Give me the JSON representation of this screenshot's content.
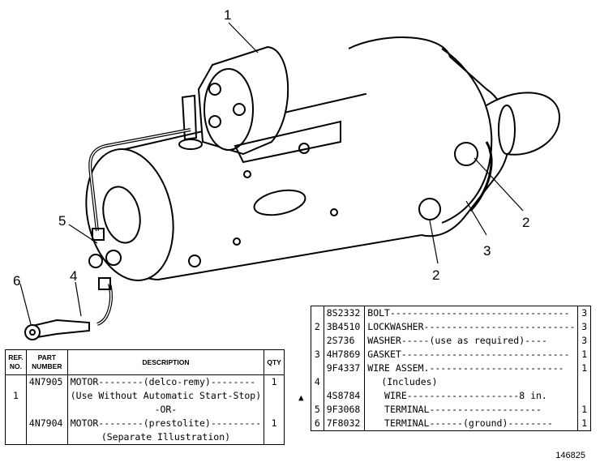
{
  "callouts": {
    "c1": "1",
    "c2a": "2",
    "c2b": "2",
    "c3": "3",
    "c4": "4",
    "c5": "5",
    "c6": "6"
  },
  "table_left": {
    "headers": {
      "ref": "REF. NO.",
      "part": "PART NUMBER",
      "desc": "DESCRIPTION",
      "qty": "QTY"
    },
    "rows": [
      {
        "ref": "",
        "part": "4N7905",
        "desc": "MOTOR--------(delco-remy)--------",
        "qty": "1"
      },
      {
        "ref": "1",
        "part": "",
        "desc": "(Use Without Automatic Start-Stop)",
        "qty": ""
      },
      {
        "ref": "",
        "part": "",
        "desc": "-OR-",
        "qty": ""
      },
      {
        "ref": "",
        "part": "4N7904",
        "desc": "MOTOR--------(prestolite)---------",
        "qty": "1"
      },
      {
        "ref": "",
        "part": "",
        "desc": "(Separate Illustration)",
        "qty": ""
      }
    ]
  },
  "table_right": {
    "rows": [
      {
        "ref": "",
        "part": "8S2332",
        "desc": "BOLT--------------------------------",
        "qty": "3"
      },
      {
        "ref": "2",
        "part": "3B4510",
        "desc": "LOCKWASHER---------------------------",
        "qty": "3"
      },
      {
        "ref": "",
        "part": "2S736",
        "desc": "WASHER-----(use as required)----",
        "qty": "3"
      },
      {
        "ref": "3",
        "part": "4H7869",
        "desc": "GASKET------------------------------",
        "qty": "1"
      },
      {
        "ref": "",
        "part": "9F4337",
        "desc": "WIRE ASSEM.------------------------",
        "qty": "1"
      },
      {
        "ref": "4",
        "part": "",
        "desc": "(Includes)",
        "qty": ""
      },
      {
        "ref": "",
        "part": "4S8784",
        "desc": "   WIRE--------------------8 in.",
        "qty": ""
      },
      {
        "ref": "5",
        "part": "9F3068",
        "desc": "   TERMINAL--------------------",
        "qty": "1"
      },
      {
        "ref": "6",
        "part": "7F8032",
        "desc": "   TERMINAL------(ground)--------",
        "qty": "1"
      }
    ]
  },
  "figure_number": "146825"
}
